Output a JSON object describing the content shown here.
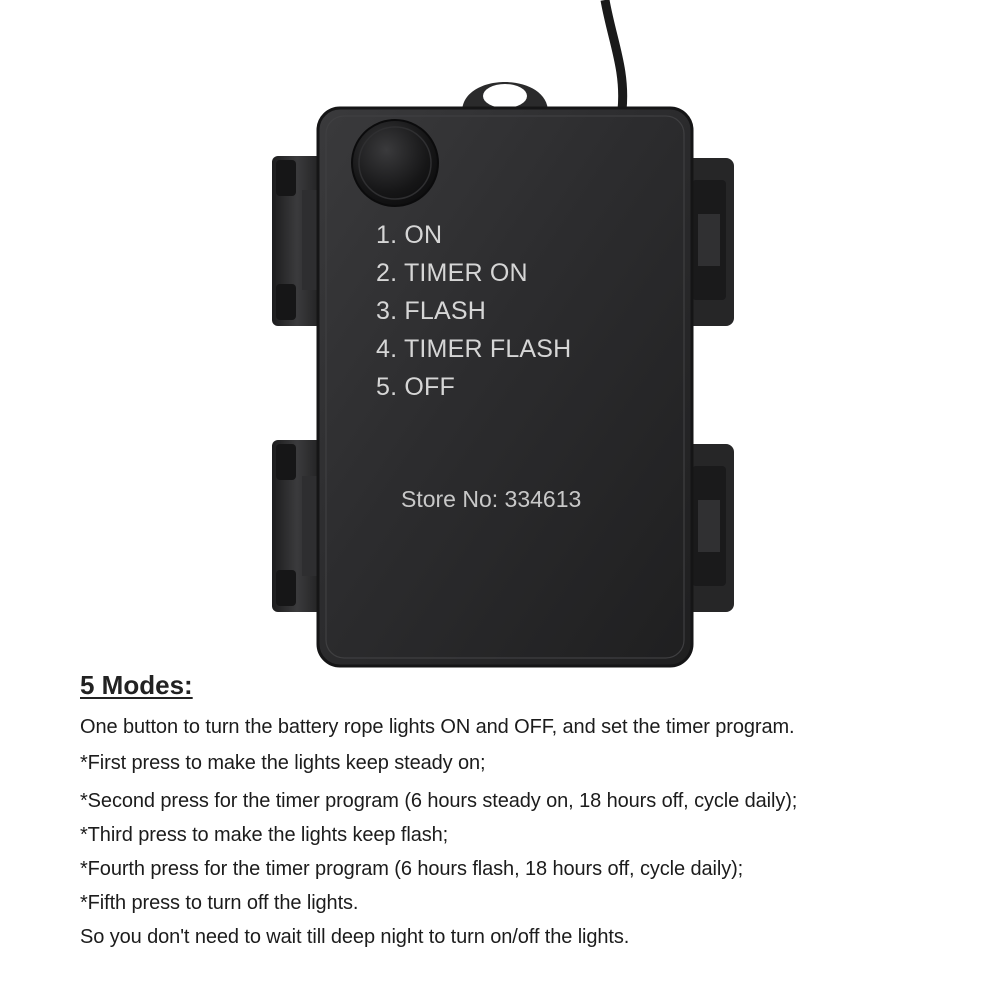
{
  "product": {
    "mode_labels": [
      "1. ON",
      "2. TIMER ON",
      "3. FLASH",
      "4. TIMER FLASH",
      "5. OFF"
    ],
    "store_label": "Store No: 334613",
    "colors": {
      "box": "#2b2b2d",
      "box_edge": "#1a1a1b",
      "label_text": "#d6d6d6"
    },
    "icons": [
      "power-button-icon"
    ]
  },
  "description": {
    "heading": "5 Modes:",
    "lines": [
      "One button to turn the battery rope lights ON and OFF, and set the timer program.",
      "*First press to make the lights keep steady on;",
      "*Second press for the timer program (6 hours steady on, 18 hours off, cycle daily);",
      "*Third press to make the lights keep flash;",
      "*Fourth press for the timer program (6 hours flash, 18 hours off, cycle daily);",
      "*Fifth press to turn off the lights.",
      "So you don't need to wait till deep night to turn on/off the lights."
    ]
  }
}
